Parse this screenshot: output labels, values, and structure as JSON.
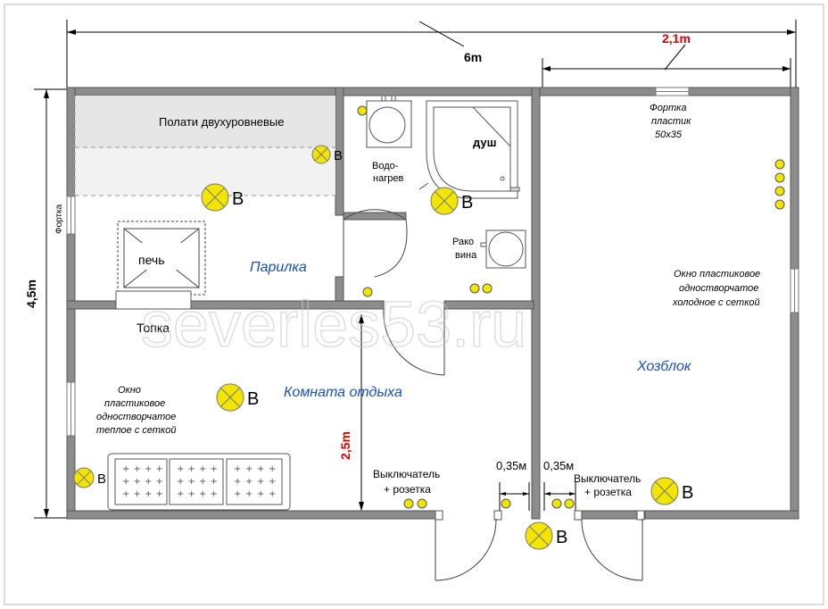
{
  "dimensions": {
    "total_width": "6m",
    "annex_width": "2,1m",
    "height": "4,5m",
    "inner_height": "2,5m",
    "socket_offset_left": "0,35м",
    "socket_offset_right": "0,35м"
  },
  "rooms": {
    "steam_room": "Парилка",
    "rest_room": "Комната отдыха",
    "utility": "Хозблок"
  },
  "labels": {
    "shelves": "Полати двухуровневые",
    "stove": "печь",
    "firebox": "Топка",
    "vent_left": "Фортка",
    "water_heater_l1": "Водо-",
    "water_heater_l2": "нагрев",
    "shower": "душ",
    "sink_l1": "Рако",
    "sink_l2": "вина",
    "vent_top_l1": "Фортка",
    "vent_top_l2": "пластик",
    "vent_top_l3": "50х35",
    "window_cold_l1": "Окно пластиковое",
    "window_cold_l2": "одностворчатое",
    "window_cold_l3": "холодное с сеткой",
    "window_warm_l1": "Окно",
    "window_warm_l2": "пластиковое",
    "window_warm_l3": "одностворчатое",
    "window_warm_l4": "теплое с сеткой",
    "switch_left_l1": "Выключатель",
    "switch_left_l2": "+ розетка",
    "switch_right_l1": "Выключатель",
    "switch_right_l2": "+ розетка",
    "lamp_mark": "B"
  },
  "watermark": "severles53.ru",
  "colors": {
    "wall": "#8c8c8c",
    "lamp": "#f2e600",
    "room_label": "#1a4fc4",
    "dimension_accent": "#e00000"
  }
}
